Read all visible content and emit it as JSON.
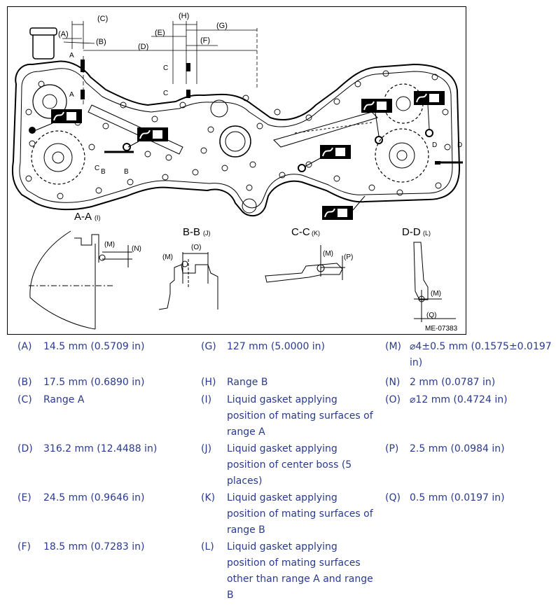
{
  "figure": {
    "id_label": "ME-07383",
    "section_titles": {
      "aa": "A-A",
      "aa_ref": "(I)",
      "bb": "B-B",
      "bb_ref": "(J)",
      "cc": "C-C",
      "cc_ref": "(K)",
      "dd": "D-D",
      "dd_ref": "(L)"
    },
    "callouts": {
      "A": "(A)",
      "B": "(B)",
      "C": "(C)",
      "D": "(D)",
      "E": "(E)",
      "F": "(F)",
      "G": "(G)",
      "H": "(H)",
      "M": "(M)",
      "N": "(N)",
      "O": "(O)",
      "P": "(P)",
      "Q": "(Q)"
    },
    "markers": {
      "a": "A",
      "b": "B",
      "c": "C",
      "d": "D"
    }
  },
  "legend": {
    "rows": [
      {
        "k1": "(A)",
        "v1": "14.5 mm (0.5709 in)",
        "k2": "(G)",
        "v2": "127 mm (5.0000 in)",
        "k3": "(M)",
        "v3": "⌀4±0.5 mm (0.1575±0.0197 in)"
      },
      {
        "k1": "(B)",
        "v1": "17.5 mm (0.6890 in)",
        "k2": "(H)",
        "v2": "Range B",
        "k3": "(N)",
        "v3": "2 mm (0.0787 in)"
      },
      {
        "k1": "(C)",
        "v1": "Range A",
        "k2": "(I)",
        "v2": "Liquid gasket applying position of mating surfaces of range A",
        "k3": "(O)",
        "v3": "⌀12 mm (0.4724 in)"
      },
      {
        "k1": "(D)",
        "v1": "316.2 mm (12.4488 in)",
        "k2": "(J)",
        "v2": "Liquid gasket applying position of center boss (5 places)",
        "k3": "(P)",
        "v3": "2.5 mm (0.0984 in)"
      },
      {
        "k1": "(E)",
        "v1": "24.5 mm (0.9646 in)",
        "k2": "(K)",
        "v2": "Liquid gasket applying position of mating surfaces of range B",
        "k3": "(Q)",
        "v3": "0.5 mm (0.0197 in)"
      },
      {
        "k1": "(F)",
        "v1": "18.5 mm (0.7283 in)",
        "k2": "(L)",
        "v2": "Liquid gasket applying position of mating surfaces other than range A and range B",
        "k3": "",
        "v3": ""
      }
    ]
  }
}
